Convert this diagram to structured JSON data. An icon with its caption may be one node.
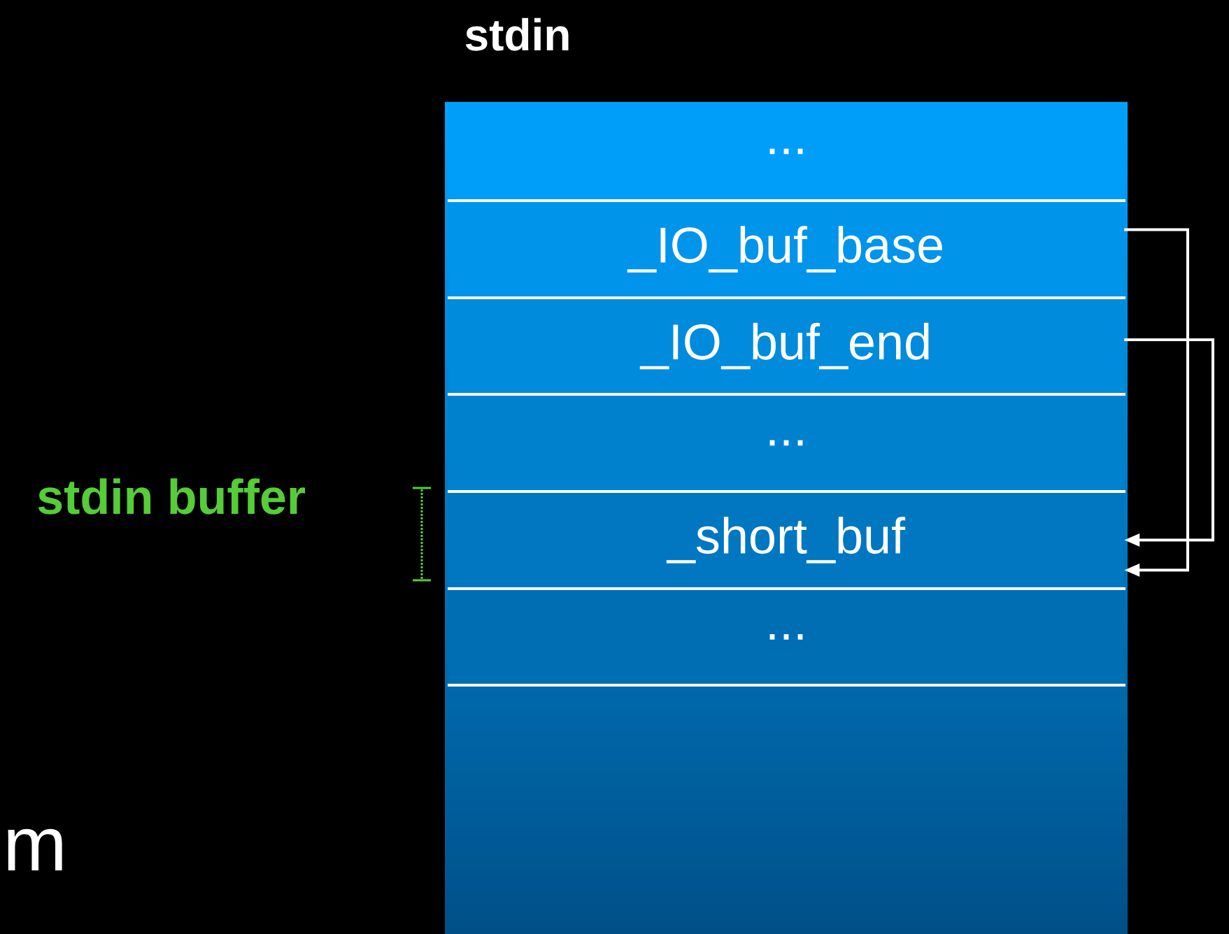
{
  "diagram": {
    "nodes": [
      {
        "text": [
          "stdin"
        ]
      },
      {
        "text": [
          "..."
        ],
        "in": 0
      },
      {
        "text": [
          "_IO_buf_base"
        ],
        "in": 0
      },
      {
        "text": [
          "_IO_buf_end"
        ],
        "in": 0
      },
      {
        "text": [
          "..."
        ],
        "in": 0
      },
      {
        "text": [
          "_short_buf"
        ],
        "in": 0
      },
      {
        "text": [
          "..."
        ],
        "in": 0
      }
    ],
    "edges": [
      {
        "from": 2,
        "to": 5,
        "arrow": "to"
      },
      {
        "from": 3,
        "to": 5,
        "arrow": "to"
      }
    ],
    "labels": [
      "stdin buffer",
      "m"
    ]
  }
}
